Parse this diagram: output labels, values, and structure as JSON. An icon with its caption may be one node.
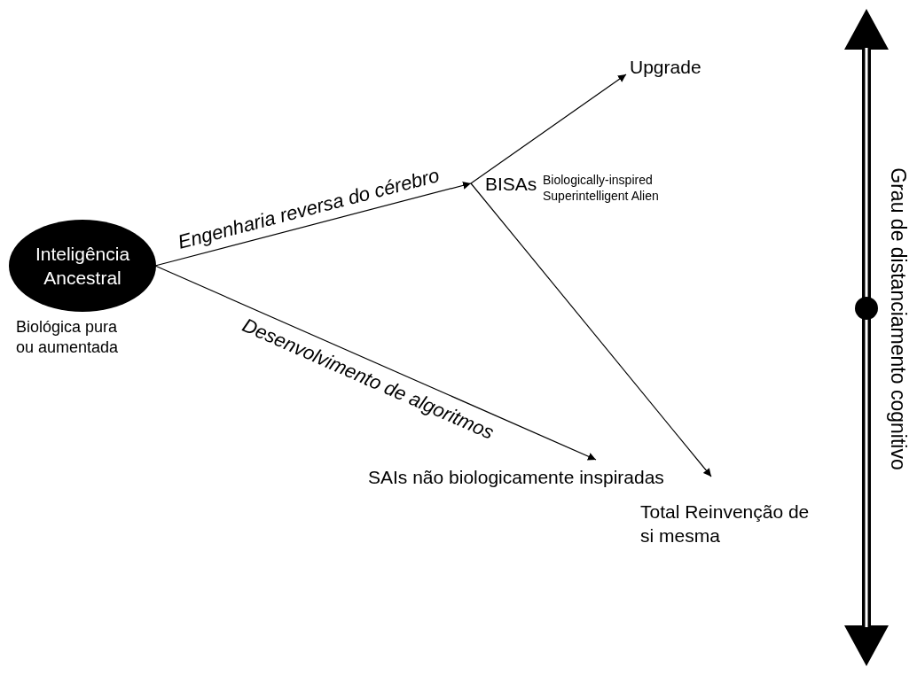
{
  "diagram": {
    "nodes": [
      {
        "text": [
          "Inteligência Ancestral"
        ],
        "beside": [
          "Biológica pura ou aumentada"
        ]
      },
      {
        "text": [
          "BISAs"
        ],
        "beside": [
          "Biologically-inspired Superintelligent Alien"
        ]
      },
      {
        "text": [
          "Upgrade"
        ]
      },
      {
        "text": [
          "Total Reinvenção de si mesma"
        ]
      },
      {
        "text": [
          "SAIs não biologicamente inspiradas"
        ]
      }
    ],
    "edges": [
      {
        "from": 0,
        "to": 1,
        "arrow": "to",
        "label": "Engenharia reversa do cérebro"
      },
      {
        "from": 1,
        "to": 2,
        "arrow": "to"
      },
      {
        "from": 1,
        "to": 3,
        "arrow": "to"
      },
      {
        "from": 0,
        "to": 4,
        "arrow": "to",
        "label": "Desenvolvimento de algoritmos"
      }
    ],
    "labels": [
      "Grau de distanciamento cognitivo"
    ]
  }
}
